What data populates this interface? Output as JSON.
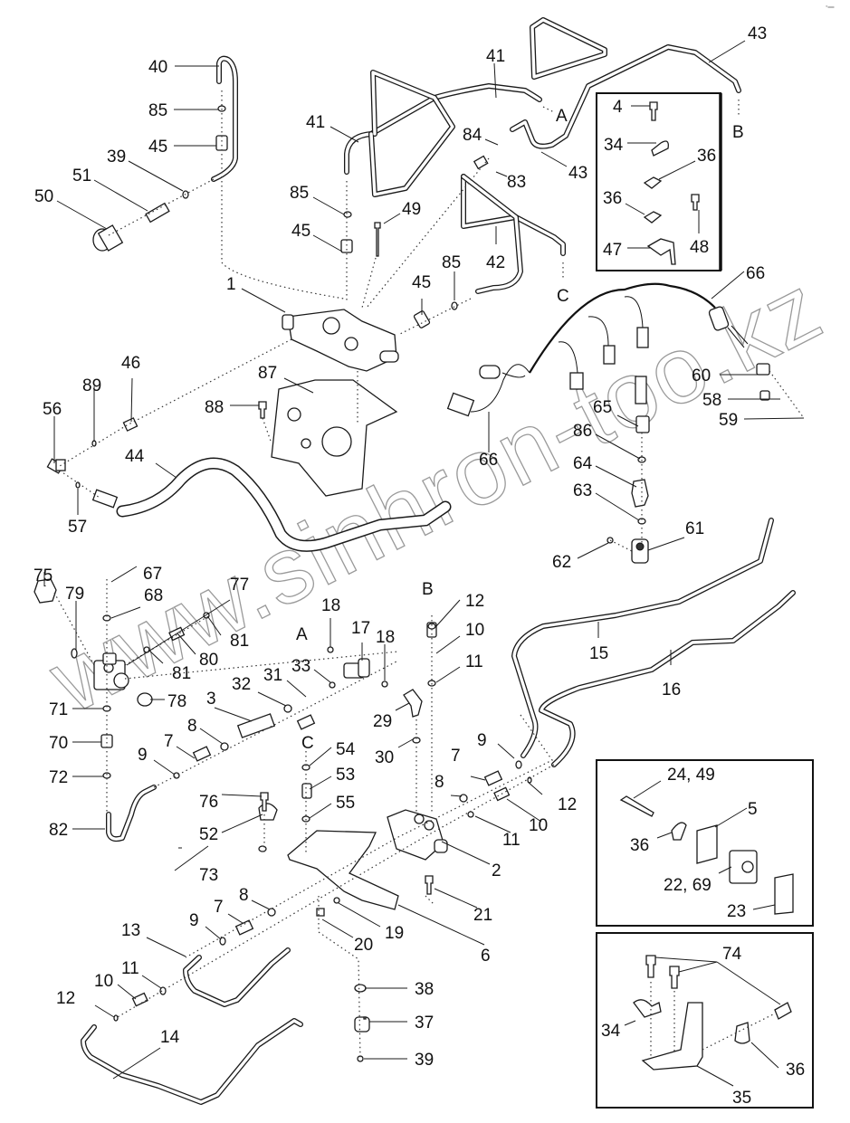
{
  "title": "Hydraulic valve, lines and fittings – exploded parts diagram",
  "watermark": "www.sinhron-too.kz",
  "corner_mark": "▪▬",
  "callouts": [
    {
      "id": "c40",
      "label": "40"
    },
    {
      "id": "c85a",
      "label": "85"
    },
    {
      "id": "c45a",
      "label": "45"
    },
    {
      "id": "c39a",
      "label": "39"
    },
    {
      "id": "c51",
      "label": "51"
    },
    {
      "id": "c50",
      "label": "50"
    },
    {
      "id": "c41a",
      "label": "41"
    },
    {
      "id": "c41b",
      "label": "41"
    },
    {
      "id": "c85b",
      "label": "85"
    },
    {
      "id": "c49a",
      "label": "49"
    },
    {
      "id": "c45b",
      "label": "45"
    },
    {
      "id": "c43a",
      "label": "43"
    },
    {
      "id": "c43b",
      "label": "43"
    },
    {
      "id": "c84",
      "label": "84"
    },
    {
      "id": "c83",
      "label": "83"
    },
    {
      "id": "c42",
      "label": "42"
    },
    {
      "id": "c85c",
      "label": "85"
    },
    {
      "id": "c45c",
      "label": "45"
    },
    {
      "id": "c1",
      "label": "1"
    },
    {
      "id": "c4",
      "label": "4"
    },
    {
      "id": "c34a",
      "label": "34"
    },
    {
      "id": "c36a",
      "label": "36"
    },
    {
      "id": "c36b",
      "label": "36"
    },
    {
      "id": "c48",
      "label": "48"
    },
    {
      "id": "c47",
      "label": "47"
    },
    {
      "id": "c66a",
      "label": "66"
    },
    {
      "id": "c66b",
      "label": "66"
    },
    {
      "id": "c46",
      "label": "46"
    },
    {
      "id": "c89",
      "label": "89"
    },
    {
      "id": "c56",
      "label": "56"
    },
    {
      "id": "c87",
      "label": "87"
    },
    {
      "id": "c88",
      "label": "88"
    },
    {
      "id": "c44",
      "label": "44"
    },
    {
      "id": "c57",
      "label": "57"
    },
    {
      "id": "c60",
      "label": "60"
    },
    {
      "id": "c58",
      "label": "58"
    },
    {
      "id": "c59",
      "label": "59"
    },
    {
      "id": "c65",
      "label": "65"
    },
    {
      "id": "c86",
      "label": "86"
    },
    {
      "id": "c64",
      "label": "64"
    },
    {
      "id": "c63",
      "label": "63"
    },
    {
      "id": "c61",
      "label": "61"
    },
    {
      "id": "c62",
      "label": "62"
    },
    {
      "id": "c75",
      "label": "75"
    },
    {
      "id": "c79",
      "label": "79"
    },
    {
      "id": "c67",
      "label": "67"
    },
    {
      "id": "c68",
      "label": "68"
    },
    {
      "id": "c77",
      "label": "77"
    },
    {
      "id": "c81a",
      "label": "81"
    },
    {
      "id": "c80",
      "label": "80"
    },
    {
      "id": "c81b",
      "label": "81"
    },
    {
      "id": "c78",
      "label": "78"
    },
    {
      "id": "c71",
      "label": "71"
    },
    {
      "id": "c70",
      "label": "70"
    },
    {
      "id": "c72",
      "label": "72"
    },
    {
      "id": "c82",
      "label": "82"
    },
    {
      "id": "c18a",
      "label": "18"
    },
    {
      "id": "c17",
      "label": "17"
    },
    {
      "id": "c18b",
      "label": "18"
    },
    {
      "id": "c33",
      "label": "33"
    },
    {
      "id": "c31",
      "label": "31"
    },
    {
      "id": "c32",
      "label": "32"
    },
    {
      "id": "c3",
      "label": "3"
    },
    {
      "id": "c8a",
      "label": "8"
    },
    {
      "id": "c7a",
      "label": "7"
    },
    {
      "id": "c9a",
      "label": "9"
    },
    {
      "id": "c29",
      "label": "29"
    },
    {
      "id": "c30",
      "label": "30"
    },
    {
      "id": "c12a",
      "label": "12"
    },
    {
      "id": "c10a",
      "label": "10"
    },
    {
      "id": "c11a",
      "label": "11"
    },
    {
      "id": "c15",
      "label": "15"
    },
    {
      "id": "c16",
      "label": "16"
    },
    {
      "id": "c54",
      "label": "54"
    },
    {
      "id": "c53",
      "label": "53"
    },
    {
      "id": "c55",
      "label": "55"
    },
    {
      "id": "c76",
      "label": "76"
    },
    {
      "id": "c52",
      "label": "52"
    },
    {
      "id": "c73",
      "label": "73"
    },
    {
      "id": "c9b",
      "label": "9"
    },
    {
      "id": "c7b",
      "label": "7"
    },
    {
      "id": "c8b",
      "label": "8"
    },
    {
      "id": "c12b",
      "label": "12"
    },
    {
      "id": "c10b",
      "label": "10"
    },
    {
      "id": "c11b",
      "label": "11"
    },
    {
      "id": "c2",
      "label": "2"
    },
    {
      "id": "c21",
      "label": "21"
    },
    {
      "id": "c6",
      "label": "6"
    },
    {
      "id": "c19",
      "label": "19"
    },
    {
      "id": "c20",
      "label": "20"
    },
    {
      "id": "c8c",
      "label": "8"
    },
    {
      "id": "c7c",
      "label": "7"
    },
    {
      "id": "c9c",
      "label": "9"
    },
    {
      "id": "c13",
      "label": "13"
    },
    {
      "id": "c11c",
      "label": "11"
    },
    {
      "id": "c10c",
      "label": "10"
    },
    {
      "id": "c12c",
      "label": "12"
    },
    {
      "id": "c14",
      "label": "14"
    },
    {
      "id": "c38",
      "label": "38"
    },
    {
      "id": "c37",
      "label": "37"
    },
    {
      "id": "c39b",
      "label": "39"
    },
    {
      "id": "c2449",
      "label": "24, 49"
    },
    {
      "id": "c5",
      "label": "5"
    },
    {
      "id": "c36c",
      "label": "36"
    },
    {
      "id": "c2269",
      "label": "22, 69"
    },
    {
      "id": "c23",
      "label": "23"
    },
    {
      "id": "c74",
      "label": "74"
    },
    {
      "id": "c34b",
      "label": "34"
    },
    {
      "id": "c36d",
      "label": "36"
    },
    {
      "id": "c35",
      "label": "35"
    }
  ],
  "connection_letters": [
    {
      "id": "lA1",
      "label": "A"
    },
    {
      "id": "lB1",
      "label": "B"
    },
    {
      "id": "lC1",
      "label": "C"
    },
    {
      "id": "lA2",
      "label": "A"
    },
    {
      "id": "lB2",
      "label": "B"
    },
    {
      "id": "lC2",
      "label": "C"
    }
  ],
  "detail_boxes": [
    {
      "id": "box-clamps",
      "items": [
        "4",
        "34",
        "36",
        "36",
        "48",
        "47"
      ]
    },
    {
      "id": "box-clamp-block",
      "items": [
        "24, 49",
        "36",
        "5",
        "22, 69",
        "23"
      ]
    },
    {
      "id": "box-bracket",
      "items": [
        "74",
        "34",
        "36",
        "35"
      ]
    }
  ]
}
